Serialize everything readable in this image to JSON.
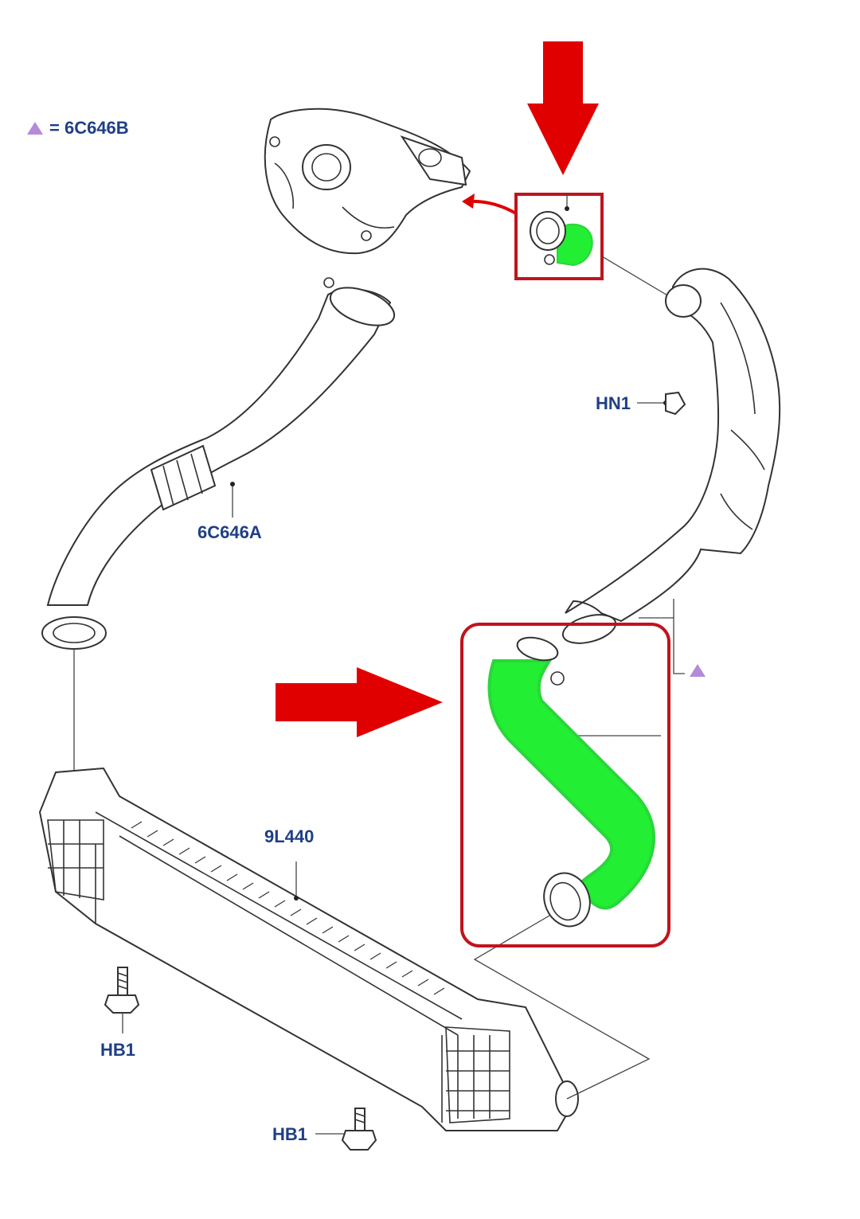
{
  "legend": {
    "symbol": "triangle-marker",
    "text": "= 6C646B",
    "color": "#b58ad8"
  },
  "labels": {
    "hose_upper": "6C646A",
    "intercooler": "9L440",
    "nut": "HN1",
    "bolt_left": "HB1",
    "bolt_bottom": "HB1"
  },
  "highlight": {
    "hose_color": "#22ee33",
    "box_color": "#c0141c",
    "arrow_color": "#e00000"
  },
  "text_color": "#1f3f86"
}
